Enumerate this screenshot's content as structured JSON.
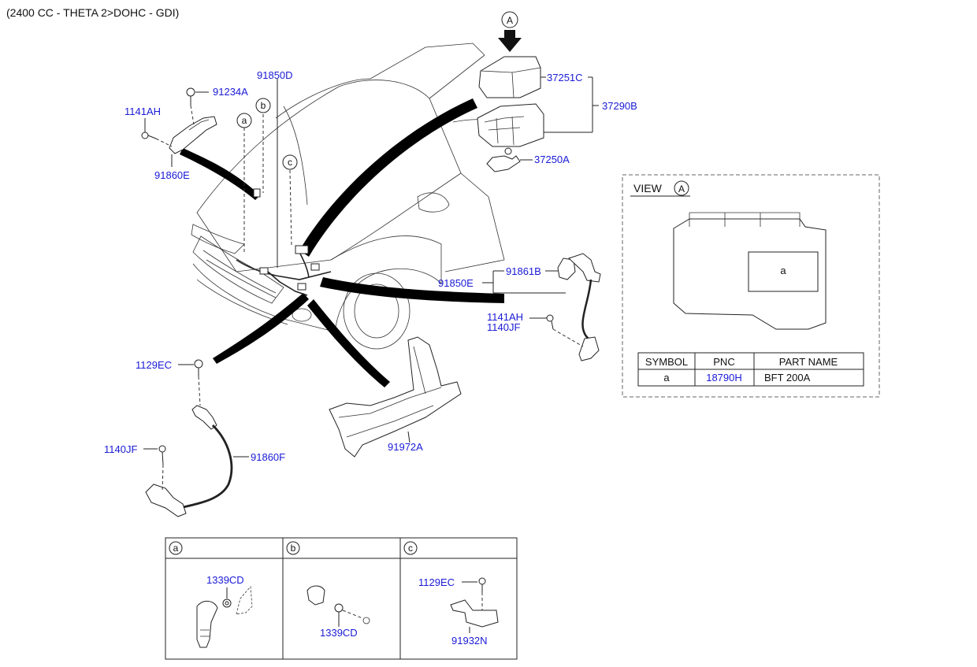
{
  "header": {
    "engine_spec": "(2400 CC - THETA 2>DOHC - GDI)"
  },
  "callouts": {
    "A": "A",
    "a": "a",
    "b": "b",
    "c": "c"
  },
  "parts": {
    "p37251C": "37251C",
    "p37290B": "37290B",
    "p37250A": "37250A",
    "p91850D": "91850D",
    "p91234A": "91234A",
    "p1141AH_top": "1141AH",
    "p91860E": "91860E",
    "p91861B": "91861B",
    "p91850E": "91850E",
    "p1141AH_right": "1141AH",
    "p1140JF_right": "1140JF",
    "p1129EC_left": "1129EC",
    "p1140JF_left": "1140JF",
    "p91860F": "91860F",
    "p91972A": "91972A"
  },
  "view_panel": {
    "title": "VIEW",
    "callout": "A",
    "fuse_label": "a",
    "table": {
      "headers": [
        "SYMBOL",
        "PNC",
        "PART NAME"
      ],
      "rows": [
        {
          "symbol": "a",
          "pnc": "18790H",
          "part_name": "BFT 200A"
        }
      ]
    }
  },
  "detail_panels": {
    "a": {
      "tag": "a",
      "part": "1339CD"
    },
    "b": {
      "tag": "b",
      "part": "1339CD"
    },
    "c": {
      "tag": "c",
      "part1": "1129EC",
      "part2": "91932N"
    }
  }
}
